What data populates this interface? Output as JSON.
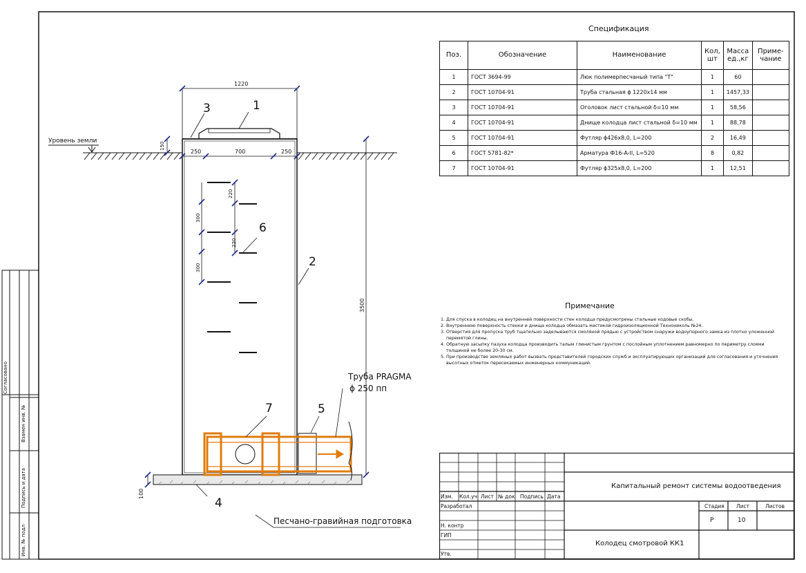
{
  "drawing": {
    "ground_label": "Уровень земли",
    "dims": {
      "width_total": "1220",
      "top_left": "250",
      "top_mid": "700",
      "top_right": "250",
      "neck_height": "150",
      "step1": "220",
      "step2": "300",
      "step3": "220",
      "step4": "300",
      "depth": "3500",
      "base": "100"
    },
    "callouts": [
      "1",
      "2",
      "3",
      "4",
      "5",
      "6",
      "7"
    ],
    "pipe_label_line1": "Труба PRAGMA",
    "pipe_label_line2": "ϕ 250 пп",
    "base_label": "Песчано-гравийная подготовка"
  },
  "side_stamp": {
    "agreed": "Согласовано",
    "inv_replace": "Взамен инв. №",
    "sign_date": "Подпись и дата",
    "inv_original": "Инв. № подл"
  },
  "spec": {
    "title": "Спецификация",
    "headers": [
      "Поз.",
      "Обозначение",
      "Наименование",
      "Кол, шт",
      "Масса ед.,кг",
      "Приме- чание"
    ],
    "rows": [
      [
        "1",
        "ГОСТ 3694-99",
        "Люк полимерпесчаный типа \"Т\"",
        "1",
        "60",
        ""
      ],
      [
        "2",
        "ГОСТ 10704-91",
        "Труба стальная ϕ 1220х14 мм",
        "1",
        "1457,33",
        ""
      ],
      [
        "3",
        "ГОСТ 10704-91",
        "Оголовок лист стальной δ=10 мм",
        "1",
        "58,56",
        ""
      ],
      [
        "4",
        "ГОСТ 10704-91",
        "Днище колодца лист стальной δ=10 мм",
        "1",
        "88,78",
        ""
      ],
      [
        "5",
        "ГОСТ 10704-91",
        "Футляр ϕ426х8,0, L=200",
        "2",
        "16,49",
        ""
      ],
      [
        "6",
        "ГОСТ 5781-82*",
        "Арматура Ф16-A-II, L=520",
        "8",
        "0,82",
        ""
      ],
      [
        "7",
        "ГОСТ 10704-91",
        "Футляр ϕ325х8,0, L=200",
        "1",
        "12,51",
        ""
      ]
    ]
  },
  "notes": {
    "title": "Примечание",
    "items": [
      "1. Для спуска в колодец на внутренней поверхности стен колодца предусмотрены стальные ходовые скобы.",
      "2. Внутреннюю поверхность стенки и днища колодца обмазать мастикой гидроизоляционной Технониколь №24.",
      "3. Отверстия для пропуска труб тщательно заделываются смоляной прядью с устройством снаружи водоупорного замка из плотно уложенной перемятой глины.",
      "4. Обратную засыпку пазуха колодца производить талым глинистым грунтом с послойным уплотнением равномерно по периметру слоями толщиной не более 20-30 см.",
      "5. При производстве земляных работ вызвать представителей городских служб и эксплуатирующих организаций для согласования и уточнения высотных отметок пересекаемых инженерных коммуникаций."
    ]
  },
  "title_block": {
    "project": "Капитальный ремонт системы водоотведения",
    "sheet_name": "Колодец смотровой КК1",
    "cols": [
      "Изм.",
      "Кол.уч",
      "Лист",
      "№ док",
      "Подпись",
      "Дата"
    ],
    "roles": [
      "Разработал",
      "",
      "Н. контр",
      "ГИП",
      "Утв."
    ],
    "stage_label": "Стадия",
    "sheet_label": "Лист",
    "sheets_label": "Листов",
    "stage": "Р",
    "sheet": "10",
    "sheets": ""
  },
  "colors": {
    "line": "#111111",
    "dim_tick": "#1f2a8a",
    "pipe": "#e07b0c"
  }
}
